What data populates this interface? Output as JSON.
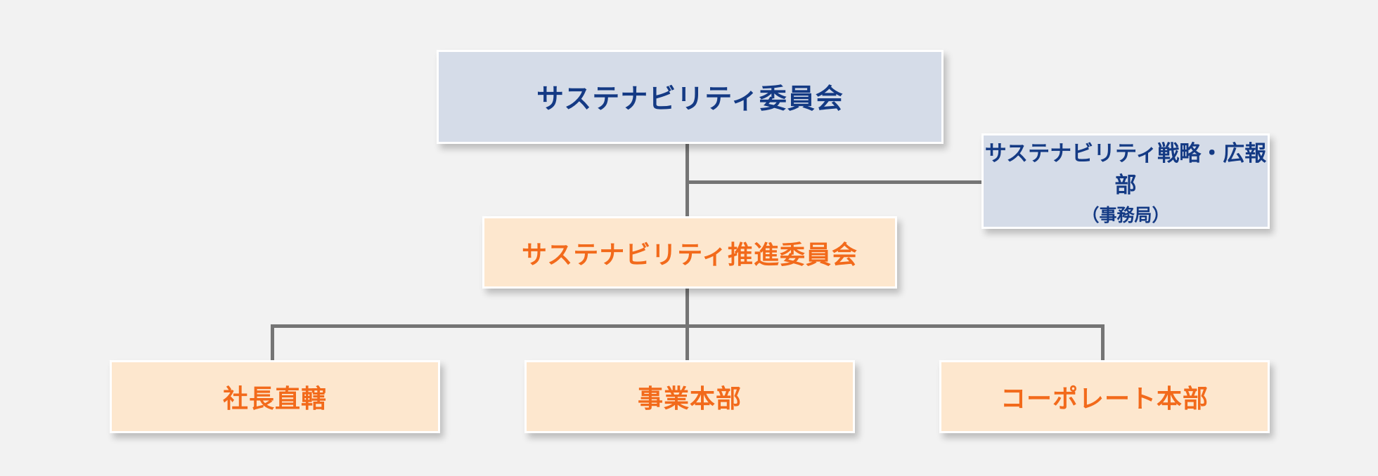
{
  "committee": {
    "label": "サステナビリティ委員会"
  },
  "secretariat": {
    "label": "サステナビリティ戦略・広報部",
    "sub": "（事務局）"
  },
  "promotion_committee": {
    "label": "サステナビリティ推進委員会"
  },
  "units": [
    {
      "label": "社長直轄"
    },
    {
      "label": "事業本部"
    },
    {
      "label": "コーポレート本部"
    }
  ],
  "colors": {
    "background": "#f2f2f2",
    "connector": "#757575",
    "top_box_fill": "#d5dce8",
    "top_box_text": "#143a84",
    "lower_box_fill": "#fde7ce",
    "lower_box_text": "#f26a1b"
  }
}
